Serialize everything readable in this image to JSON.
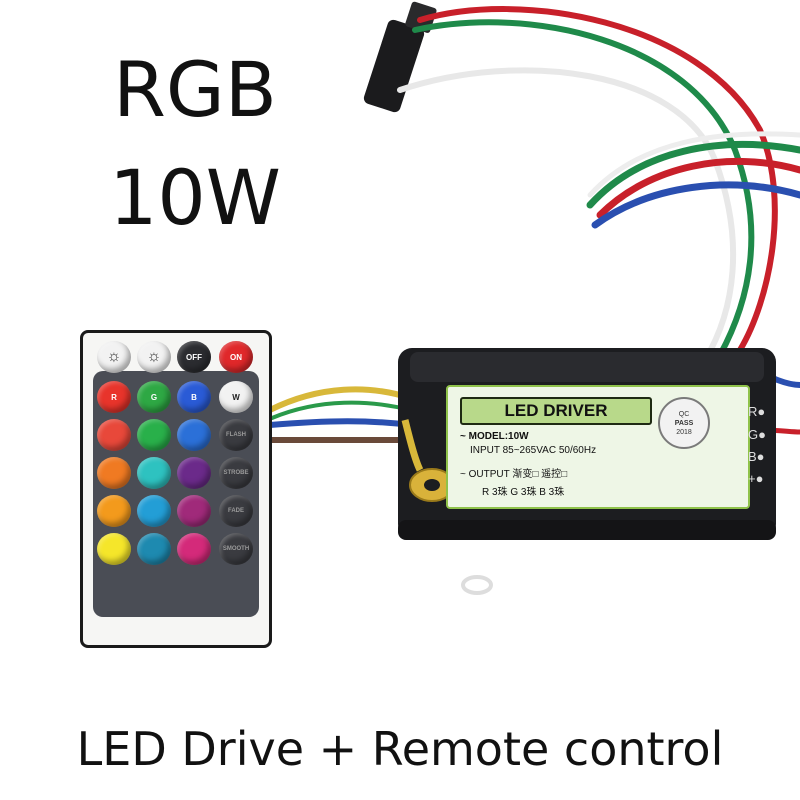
{
  "headline": {
    "line1": "RGB",
    "line2": "10W"
  },
  "caption": "LED Drive + Remote control",
  "remote": {
    "top_keys": [
      {
        "label": "",
        "icon": "brightness-up-icon",
        "style": "light"
      },
      {
        "label": "",
        "icon": "brightness-down-icon",
        "style": "light"
      },
      {
        "label": "OFF",
        "style": "dark"
      },
      {
        "label": "ON",
        "style": "red"
      }
    ],
    "color_keys": [
      [
        "#e8342b",
        "#2ea844",
        "#2a5bd6",
        "#f2f2f2"
      ],
      [
        "#e8483a",
        "#29b04a",
        "#2b70d8"
      ],
      [
        "#f07a22",
        "#2ec2c0",
        "#6b2a8a"
      ],
      [
        "#f39a1c",
        "#239ed6",
        "#a02a7a"
      ],
      [
        "#f5e62a",
        "#1e8ab0",
        "#d42a7a"
      ]
    ],
    "row1_labels": [
      "R",
      "G",
      "B",
      "W"
    ],
    "mode_keys": [
      "FLASH",
      "STROBE",
      "FADE",
      "SMOOTH"
    ]
  },
  "driver": {
    "title": "LED DRIVER",
    "model": "~ MODEL:10W",
    "input": "INPUT  85~265VAC 50/60Hz",
    "output": "~ OUTPUT  渐变□ 遥控□",
    "channels": "R 3珠    G 3珠    B 3珠",
    "seal": [
      "QC",
      "PASS",
      "2018"
    ],
    "pins": [
      "R●",
      "G●",
      "B●",
      "+●"
    ]
  },
  "colors": {
    "housing": "#1c1d20",
    "label_green": "#8fc24a",
    "wire_red": "#c8202a",
    "wire_green": "#1f8a4a",
    "wire_blue": "#2a4fb0"
  }
}
